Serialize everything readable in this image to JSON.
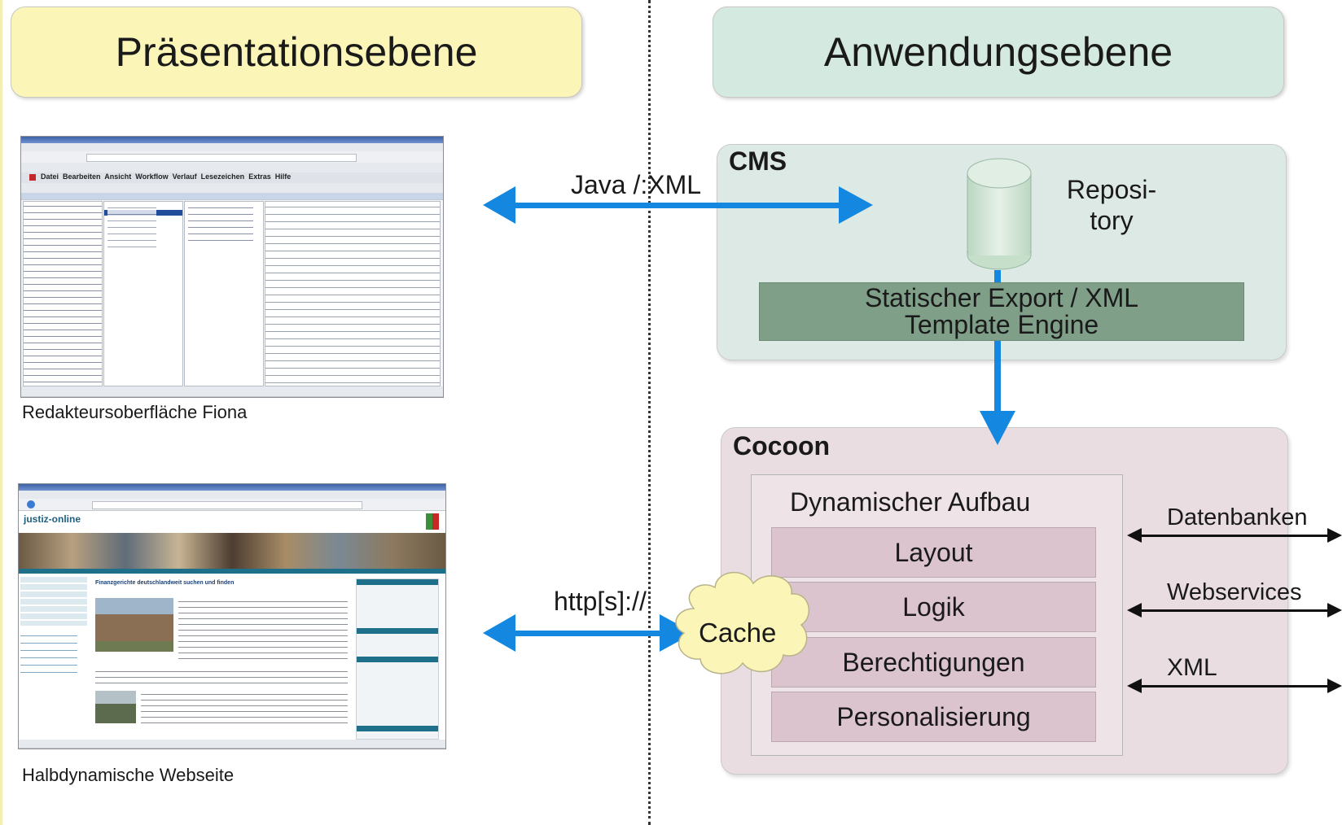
{
  "headers": {
    "left": "Präsentationsebene",
    "right": "Anwendungsebene"
  },
  "left": {
    "screenshot1_caption": "Redakteursoberfläche Fiona",
    "screenshot2_caption": "Halbdynamische Webseite",
    "screenshot1_menu": [
      "Datei",
      "Bearbeiten",
      "Ansicht",
      "Workflow",
      "Verlauf",
      "Lesezeichen",
      "Extras",
      "Hilfe"
    ],
    "screenshot2_logo": "justiz-online",
    "screenshot2_heading": "Finanzgerichte deutschlandweit suchen und finden"
  },
  "connections": {
    "top_label": "Java /:XML",
    "bottom_label": "http[s]://"
  },
  "cms": {
    "title": "CMS",
    "repository_line1": "Reposi-",
    "repository_line2": "tory",
    "export_line1": "Statischer Export / XML",
    "export_line2": "Template Engine"
  },
  "cocoon": {
    "title": "Cocoon",
    "dynamic_title": "Dynamischer Aufbau",
    "layers": [
      "Layout",
      "Logik",
      "Berechtigungen",
      "Personalisierung"
    ],
    "cache": "Cache",
    "external": [
      "Datenbanken",
      "Webservices",
      "XML"
    ]
  },
  "colors": {
    "left_banner": "#fbf5b8",
    "right_banner": "#d4e9df",
    "cms_panel": "#dde9e4",
    "cocoon_panel": "#e9dde1",
    "export_box": "#7f9f89",
    "layer_box": "#dcc4cf",
    "arrow_blue": "#1488e0",
    "cache_fill": "#fbf5b8"
  }
}
